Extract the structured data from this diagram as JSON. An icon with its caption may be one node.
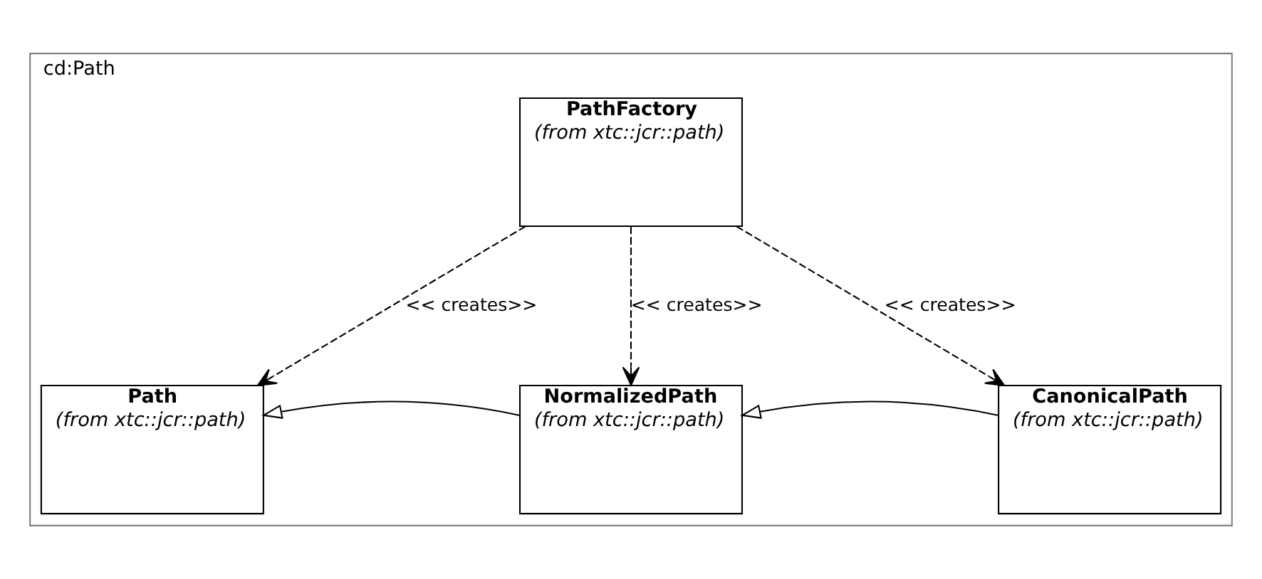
{
  "diagram": {
    "nodes": [
      {
        "text": [
          "cd:Path"
        ]
      },
      {
        "text": [
          "PathFactory",
          "(from xtc::jcr::path)"
        ],
        "in": 0
      },
      {
        "text": [
          "Path",
          "(from xtc::jcr::path)"
        ],
        "in": 0
      },
      {
        "text": [
          "NormalizedPath",
          "(from xtc::jcr::path)"
        ],
        "in": 0
      },
      {
        "text": [
          "CanonicalPath",
          "(from xtc::jcr::path)"
        ],
        "in": 0
      }
    ],
    "edges": [
      {
        "from": 1,
        "to": 2,
        "arrow": "to",
        "style": "dashed",
        "label": "<< creates>>"
      },
      {
        "from": 1,
        "to": 3,
        "arrow": "to",
        "style": "dashed",
        "label": "<< creates>>"
      },
      {
        "from": 1,
        "to": 4,
        "arrow": "to",
        "style": "dashed",
        "label": "<< creates>>"
      },
      {
        "from": 3,
        "to": 2,
        "arrow": "to"
      },
      {
        "from": 4,
        "to": 3,
        "arrow": "to"
      }
    ]
  }
}
